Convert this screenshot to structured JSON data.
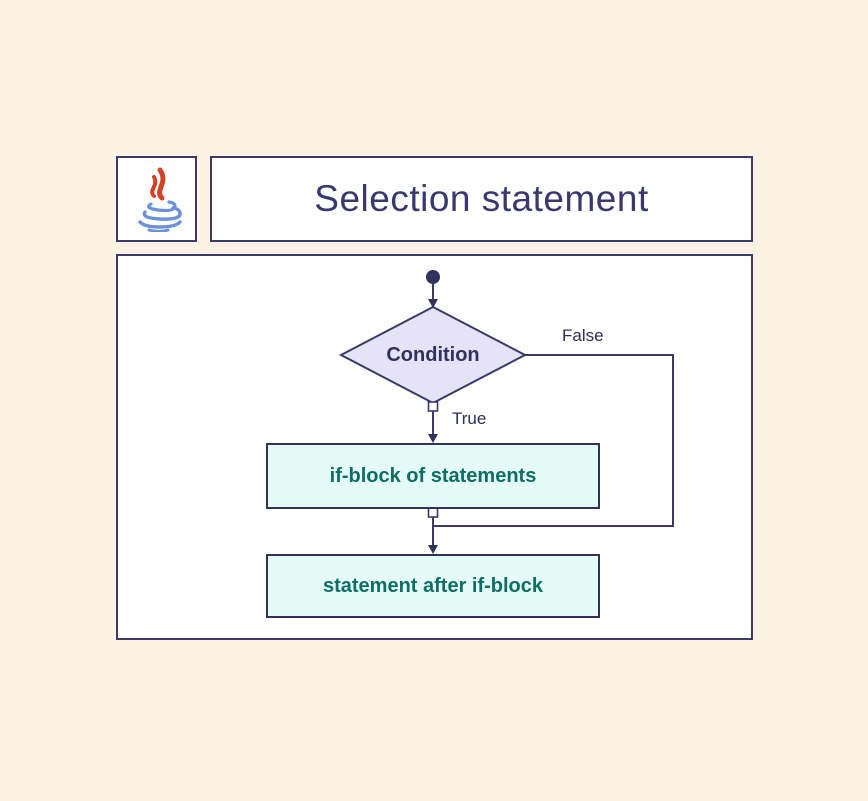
{
  "colors": {
    "background": "#fcf2e3",
    "panel_background": "#ffffff",
    "border_navy": "#3b3969",
    "title_text": "#3a3870",
    "diamond_fill": "#e6e3f8",
    "process_box_fill": "#e4fbf7",
    "process_text_teal": "#0e6e65",
    "java_logo_red": "#d14327",
    "java_logo_blue": "#6b92d8"
  },
  "header": {
    "logo": "java-logo",
    "title": "Selection statement"
  },
  "flowchart": {
    "start_node": "start",
    "condition": {
      "label": "Condition",
      "shape": "diamond"
    },
    "branches": {
      "true_label": "True",
      "false_label": "False"
    },
    "if_block": {
      "label": "if-block of statements",
      "shape": "rect"
    },
    "after_block": {
      "label": "statement after if-block",
      "shape": "rect"
    }
  }
}
